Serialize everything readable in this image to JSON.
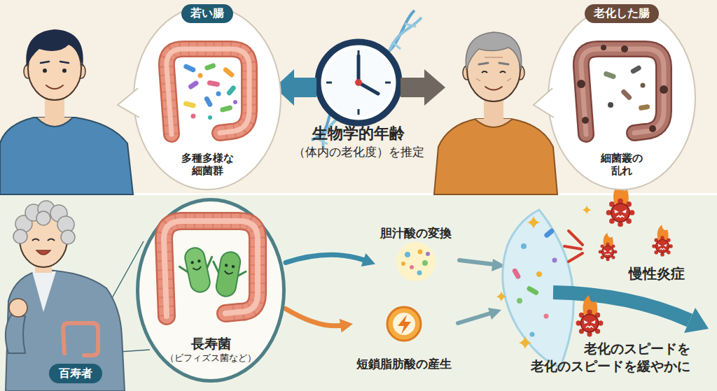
{
  "diagram": {
    "nodes": [
      {
        "text": [
          "若い腸",
          "多種多様な 細菌群"
        ]
      },
      {
        "text": [
          "老化した腸",
          "細菌叢の 乱れ"
        ]
      },
      {
        "text": [
          "百寿者"
        ]
      },
      {
        "text": [
          "長寿菌 （ビフィズス菌など）"
        ]
      },
      {
        "text": [
          "胆汁酸の変換"
        ]
      },
      {
        "text": [
          "短鎖脂肪酸の産生"
        ]
      }
    ],
    "edges": [
      {
        "from": 3,
        "to": 4,
        "arrow": "to"
      },
      {
        "from": 3,
        "to": 5,
        "arrow": "to"
      }
    ],
    "labels": [
      "生物学的年齢 （体内の老化度）を推定",
      "慢性炎症",
      "老化のスピードを 老化のスピードを緩やかに"
    ]
  }
}
